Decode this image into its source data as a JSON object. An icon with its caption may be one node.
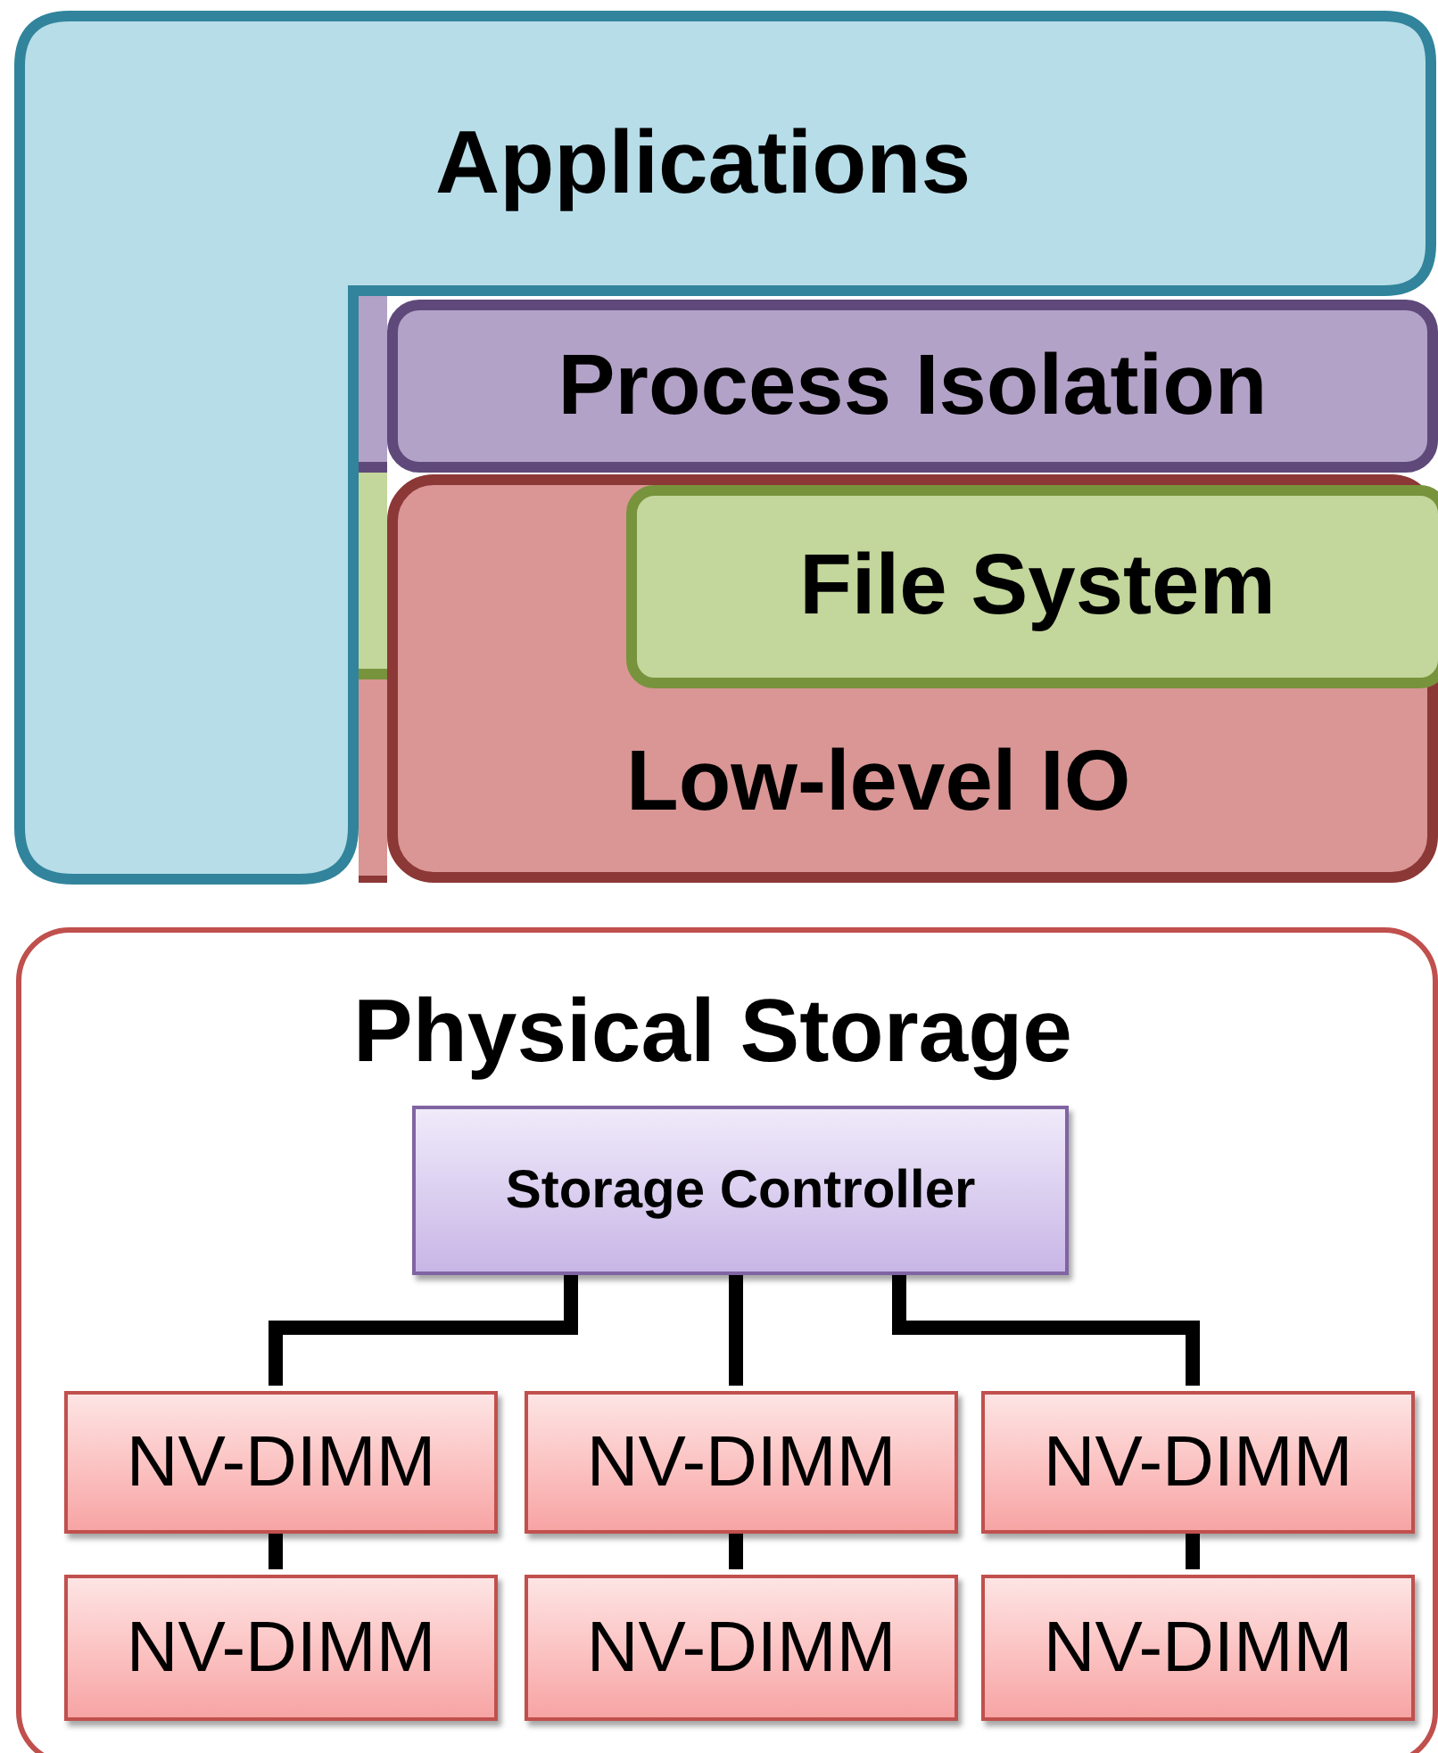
{
  "diagram": {
    "nodes": [
      {
        "text": [
          "Applications"
        ]
      },
      {
        "text": [
          "Process Isolation"
        ]
      },
      {
        "text": [
          "Low-level IO"
        ]
      },
      {
        "text": [
          "File System"
        ],
        "in": 2
      },
      {
        "text": [
          "Physical Storage"
        ]
      },
      {
        "text": [
          "Storage Controller"
        ],
        "in": 4
      },
      {
        "text": [
          "NV-DIMM"
        ],
        "in": 4
      },
      {
        "text": [
          "NV-DIMM"
        ],
        "in": 4
      },
      {
        "text": [
          "NV-DIMM"
        ],
        "in": 4
      },
      {
        "text": [
          "NV-DIMM"
        ],
        "in": 4
      },
      {
        "text": [
          "NV-DIMM"
        ],
        "in": 4
      },
      {
        "text": [
          "NV-DIMM"
        ],
        "in": 4
      },
      {
        "text": [],
        "shape": "box"
      },
      {
        "text": [],
        "shape": "box"
      },
      {
        "text": [],
        "shape": "box"
      }
    ],
    "edges": [
      {
        "from": 5,
        "to": 6,
        "arrow": "none"
      },
      {
        "from": 5,
        "to": 7,
        "arrow": "none"
      },
      {
        "from": 5,
        "to": 8,
        "arrow": "none"
      },
      {
        "from": 6,
        "to": 9,
        "arrow": "none"
      },
      {
        "from": 7,
        "to": 10,
        "arrow": "none"
      },
      {
        "from": 8,
        "to": 11,
        "arrow": "none"
      }
    ]
  }
}
